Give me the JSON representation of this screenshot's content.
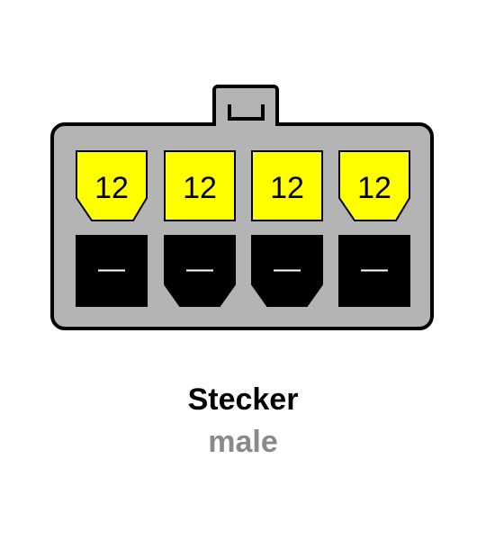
{
  "diagram": {
    "title": "Stecker",
    "subtitle": "male",
    "colors": {
      "housing": "#b4b4b4",
      "outline": "#000000",
      "positive_pin": "#ffff00",
      "ground_pin": "#000000",
      "minus_mark": "#ffffff",
      "subtitle": "#8a8a8a"
    },
    "top_row": [
      {
        "label": "12",
        "shape": "chamfered"
      },
      {
        "label": "12",
        "shape": "square"
      },
      {
        "label": "12",
        "shape": "square"
      },
      {
        "label": "12",
        "shape": "chamfered"
      }
    ],
    "bottom_row": [
      {
        "label": "—",
        "shape": "square"
      },
      {
        "label": "—",
        "shape": "chamfered"
      },
      {
        "label": "—",
        "shape": "chamfered"
      },
      {
        "label": "—",
        "shape": "square"
      }
    ]
  }
}
